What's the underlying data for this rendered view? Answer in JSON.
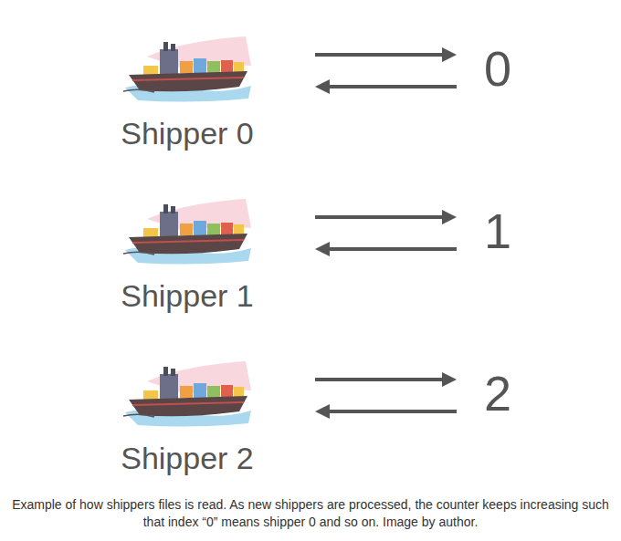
{
  "diagram": {
    "caption": "Example of how shippers files is read. As new shippers are processed, the counter keeps increasing such that index “0” means shipper 0 and so on. Image by author.",
    "nodes": [
      {
        "text": [
          "Shipper 0"
        ]
      },
      {
        "text": [
          "0"
        ]
      },
      {
        "text": [
          "Shipper 1"
        ]
      },
      {
        "text": [
          "1"
        ]
      },
      {
        "text": [
          "Shipper 2"
        ]
      },
      {
        "text": [
          "2"
        ]
      }
    ],
    "edges": [
      {
        "from": 0,
        "to": 1,
        "arrow": "to"
      },
      {
        "from": 1,
        "to": 0,
        "arrow": "to"
      },
      {
        "from": 2,
        "to": 3,
        "arrow": "to"
      },
      {
        "from": 3,
        "to": 2,
        "arrow": "to"
      },
      {
        "from": 4,
        "to": 5,
        "arrow": "to"
      },
      {
        "from": 5,
        "to": 4,
        "arrow": "to"
      }
    ]
  }
}
